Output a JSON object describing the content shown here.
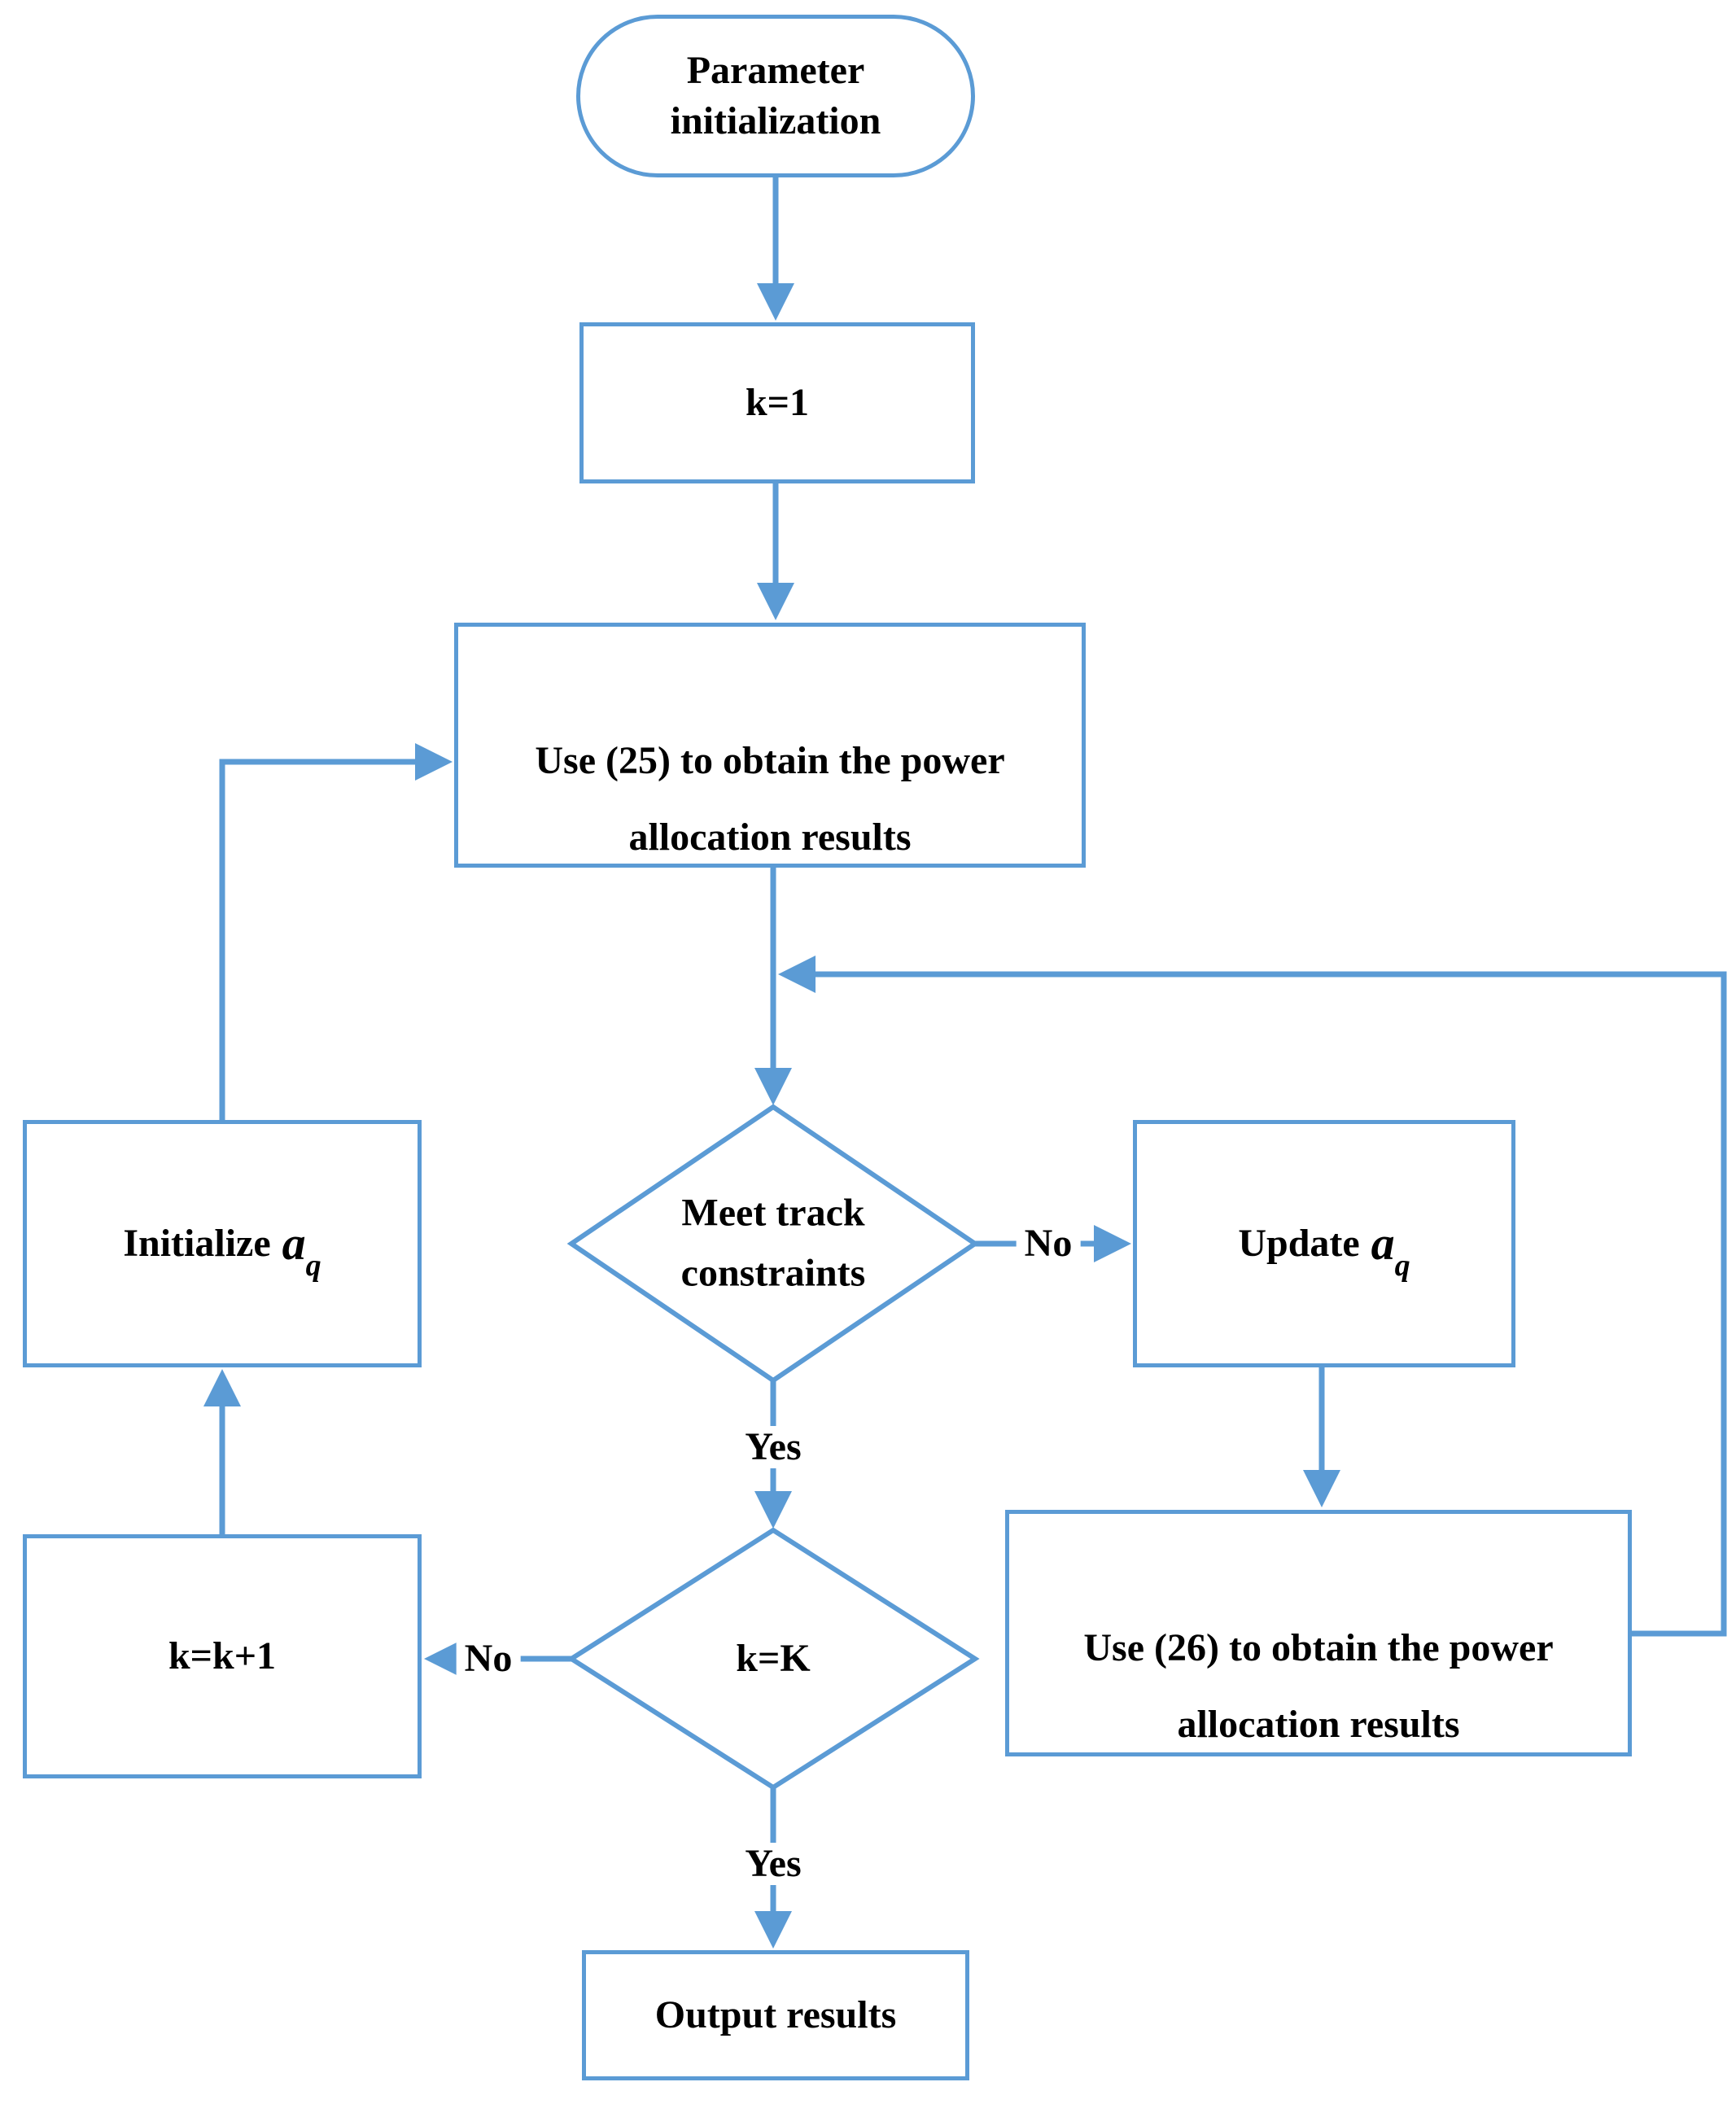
{
  "diagram": {
    "title": "Power allocation algorithm flowchart",
    "colors": {
      "line": "#5B9BD5",
      "text": "#000000",
      "background": "#FFFFFF"
    },
    "nodes": {
      "start": {
        "shape": "terminator",
        "label": "Parameter initialization"
      },
      "set_k": {
        "shape": "process",
        "label": "k=1"
      },
      "use_25": {
        "shape": "process",
        "label": "Use (25) to obtain the power allocation results"
      },
      "meet_track": {
        "shape": "decision",
        "label": "Meet track constraints"
      },
      "initialize_aq": {
        "shape": "process",
        "label": "Initialize",
        "math_base": "a",
        "math_sub": "q"
      },
      "update_aq": {
        "shape": "process",
        "label": "Update",
        "math_base": "a",
        "math_sub": "q"
      },
      "increment_k": {
        "shape": "process",
        "label": "k=k+1"
      },
      "k_equals_K": {
        "shape": "decision",
        "label": "k=K"
      },
      "use_26": {
        "shape": "process",
        "label": "Use (26) to obtain the power allocation results"
      },
      "output": {
        "shape": "process",
        "label": "Output results"
      }
    },
    "edge_labels": {
      "meet_track_no": "No",
      "meet_track_yes": "Yes",
      "k_equals_K_no": "No",
      "k_equals_K_yes": "Yes"
    }
  }
}
